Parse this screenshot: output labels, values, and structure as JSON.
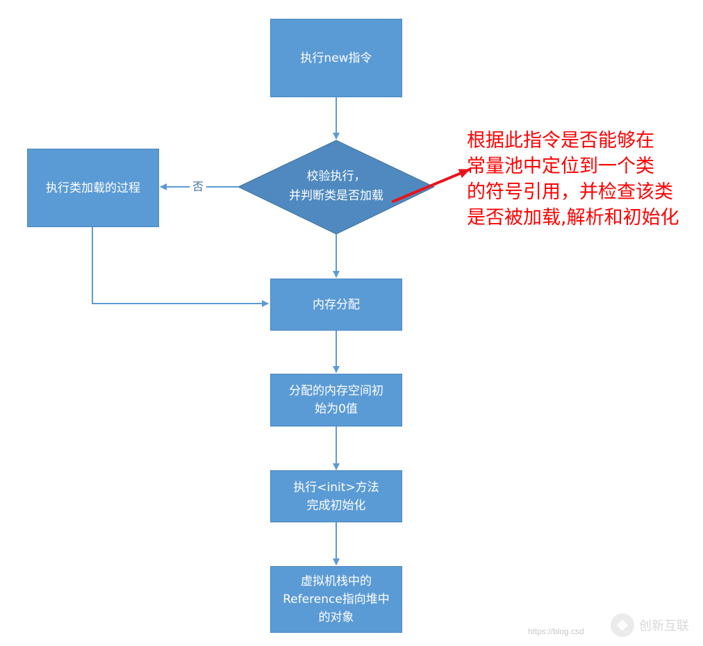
{
  "nodes": {
    "exec_new": {
      "label": "执行new指令"
    },
    "verify": {
      "lines": [
        "校验执行，",
        "并判断类是否加载"
      ]
    },
    "class_load": {
      "label": "执行类加载的过程"
    },
    "mem_alloc": {
      "label": "内存分配"
    },
    "zero_init": {
      "lines": [
        "分配的内存空间初",
        "始为0值"
      ]
    },
    "init_method": {
      "lines": [
        "执行<init>方法",
        "完成初始化"
      ]
    },
    "reference": {
      "lines": [
        "虚拟机栈中的",
        "Reference指向堆中",
        "的对象"
      ]
    }
  },
  "edges": {
    "no_label": "否"
  },
  "annotation": {
    "lines": [
      "根据此指令是否能够在",
      "常量池中定位到一个类",
      "的符号引用，并检查该类",
      "是否被加载,解析和初始化"
    ]
  },
  "watermark": {
    "url": "https://blog.csd",
    "brand": "创新互联"
  },
  "colors": {
    "box_fill": "#5b9bd5",
    "diamond_fill": "#4f89c0",
    "connector": "#5b9bd5",
    "annotation": "#ff0000"
  }
}
